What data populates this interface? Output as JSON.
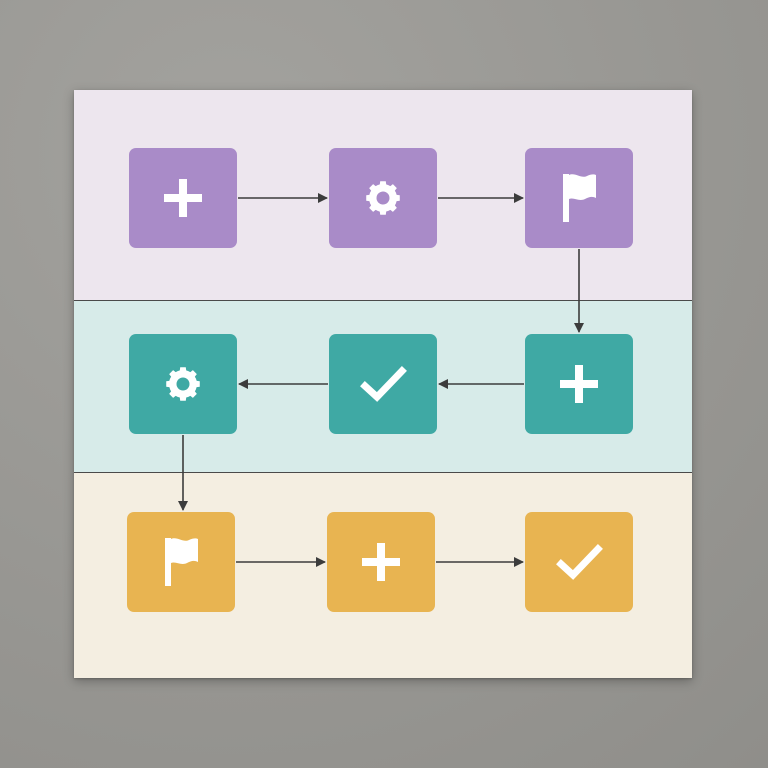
{
  "diagram": {
    "rows": [
      {
        "name": "row-1",
        "color": "#a98bc8",
        "background": "#ede6ee",
        "direction": "left-to-right",
        "steps": [
          {
            "id": "r1s1",
            "icon": "plus-icon"
          },
          {
            "id": "r1s2",
            "icon": "gear-icon"
          },
          {
            "id": "r1s3",
            "icon": "flag-icon"
          }
        ]
      },
      {
        "name": "row-2",
        "color": "#3fa9a4",
        "background": "#d7ebe9",
        "direction": "right-to-left",
        "steps": [
          {
            "id": "r2s1",
            "icon": "gear-icon"
          },
          {
            "id": "r2s2",
            "icon": "check-icon"
          },
          {
            "id": "r2s3",
            "icon": "plus-icon"
          }
        ]
      },
      {
        "name": "row-3",
        "color": "#e8b451",
        "background": "#f4eee1",
        "direction": "left-to-right",
        "steps": [
          {
            "id": "r3s1",
            "icon": "flag-icon"
          },
          {
            "id": "r3s2",
            "icon": "plus-icon"
          },
          {
            "id": "r3s3",
            "icon": "check-icon"
          }
        ]
      }
    ],
    "flow": [
      [
        "r1s1",
        "r1s2"
      ],
      [
        "r1s2",
        "r1s3"
      ],
      [
        "r1s3",
        "r2s3"
      ],
      [
        "r2s3",
        "r2s2"
      ],
      [
        "r2s2",
        "r2s1"
      ],
      [
        "r2s1",
        "r3s1"
      ],
      [
        "r3s1",
        "r3s2"
      ],
      [
        "r3s2",
        "r3s3"
      ]
    ],
    "arrow_color": "#3c3c3c",
    "icon_color": "#ffffff"
  }
}
